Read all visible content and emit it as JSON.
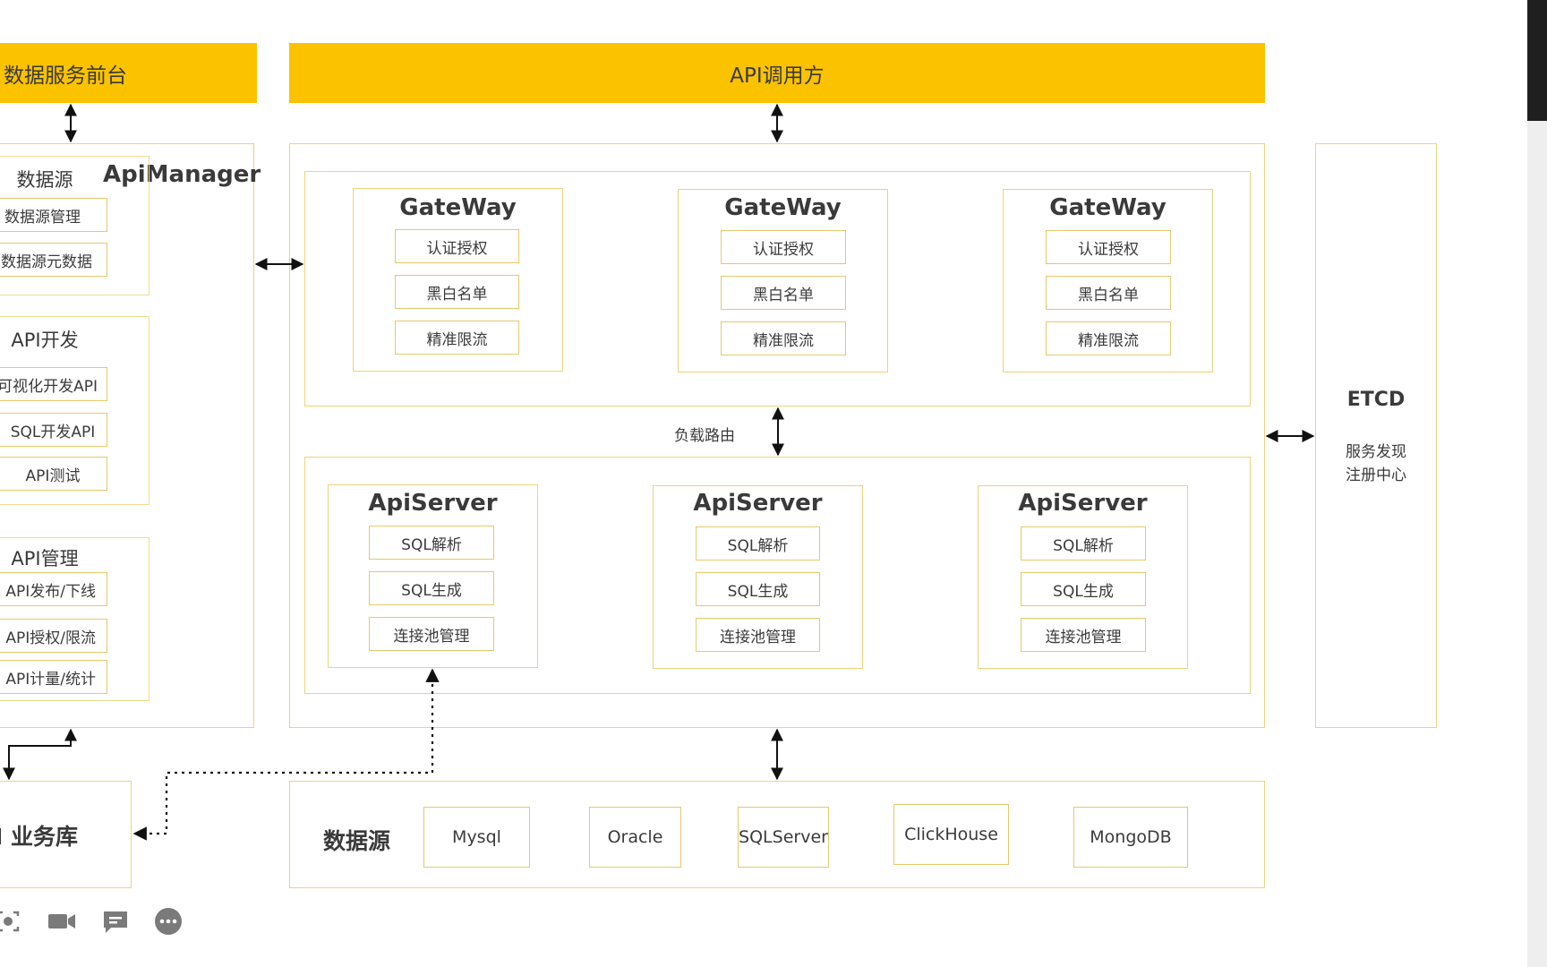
{
  "header": {
    "left_bar": "数据服务前台",
    "main_bar": "API调用方"
  },
  "api_manager": {
    "title": "ApiManager",
    "groups": [
      {
        "title": "数据源",
        "items": [
          "数据源管理",
          "数据源元数据"
        ]
      },
      {
        "title": "API开发",
        "items": [
          "可视化开发API",
          "SQL开发API",
          "API测试"
        ]
      },
      {
        "title": "API管理",
        "items": [
          "API发布/下线",
          "API授权/限流",
          "API计量/统计"
        ]
      }
    ]
  },
  "gateways": [
    {
      "title": "GateWay",
      "items": [
        "认证授权",
        "黑白名单",
        "精准限流"
      ]
    },
    {
      "title": "GateWay",
      "items": [
        "认证授权",
        "黑白名单",
        "精准限流"
      ]
    },
    {
      "title": "GateWay",
      "items": [
        "认证授权",
        "黑白名单",
        "精准限流"
      ]
    }
  ],
  "routing_label": "负载路由",
  "api_servers": [
    {
      "title": "ApiServer",
      "items": [
        "SQL解析",
        "SQL生成",
        "连接池管理"
      ]
    },
    {
      "title": "ApiServer",
      "items": [
        "SQL解析",
        "SQL生成",
        "连接池管理"
      ]
    },
    {
      "title": "ApiServer",
      "items": [
        "SQL解析",
        "SQL生成",
        "连接池管理"
      ]
    }
  ],
  "etcd": {
    "title": "ETCD",
    "line1": "服务发现",
    "line2": "注册中心"
  },
  "business_db": {
    "label": "I 业务库"
  },
  "datasources": {
    "label": "数据源",
    "items": [
      "Mysql",
      "Oracle",
      "SQLServer",
      "ClickHouse",
      "MongoDB"
    ]
  },
  "toolbar": {
    "icons": [
      "screen-share-icon",
      "video-camera-icon",
      "chat-icon",
      "more-icon"
    ]
  },
  "colors": {
    "accent": "#FBC200",
    "frame": "#F0D27A",
    "text": "#3a3a3a"
  }
}
